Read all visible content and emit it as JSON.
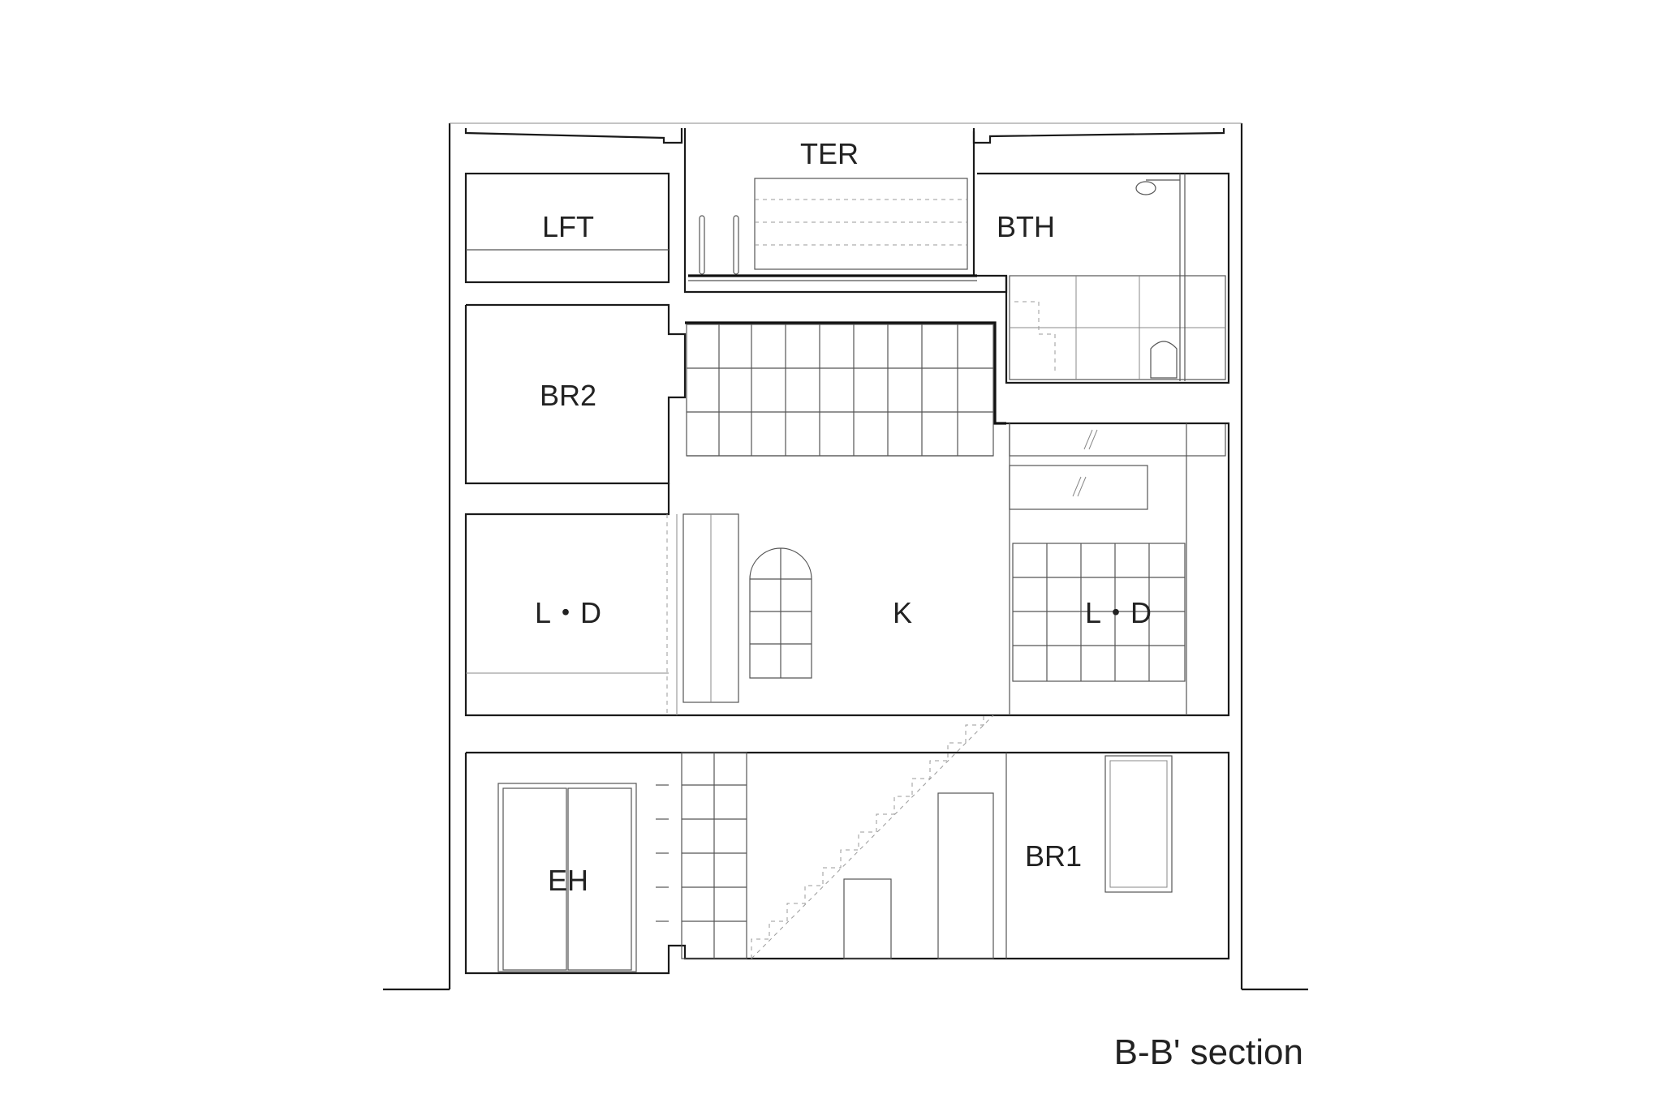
{
  "drawing": {
    "caption": "B-B' section",
    "rooms": {
      "ter": "TER",
      "lft": "LFT",
      "bth": "BTH",
      "br2": "BR2",
      "ld_left": "L・D",
      "k": "K",
      "ld_right": "L・D",
      "eh": "EH",
      "br1": "BR1"
    }
  }
}
